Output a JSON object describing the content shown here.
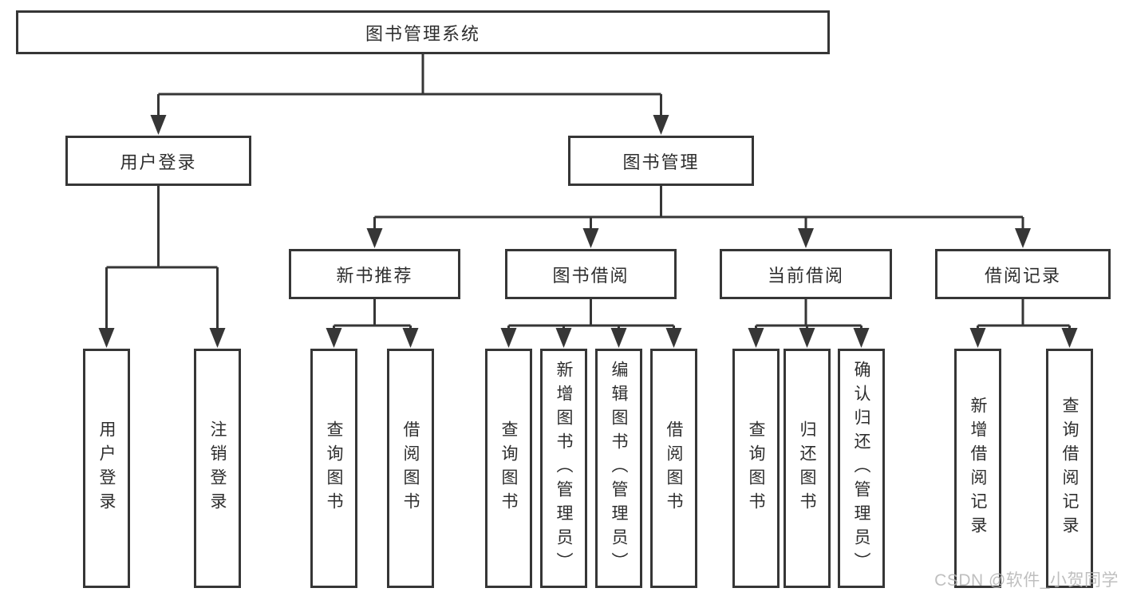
{
  "colors": {
    "line": "#363636",
    "text": "#2e2e2e",
    "box_bg": "#ffffff",
    "watermark": "#b4b4b4",
    "background": "#ffffff"
  },
  "tree": {
    "label": "图书管理系统",
    "children": [
      {
        "label": "用户登录",
        "children": [
          {
            "label": "用户登录"
          },
          {
            "label": "注销登录"
          }
        ]
      },
      {
        "label": "图书管理",
        "children": [
          {
            "label": "新书推荐",
            "children": [
              {
                "label": "查询图书"
              },
              {
                "label": "借阅图书"
              }
            ]
          },
          {
            "label": "图书借阅",
            "children": [
              {
                "label": "查询图书"
              },
              {
                "label": "新增图书（管理员）"
              },
              {
                "label": "编辑图书（管理员）"
              },
              {
                "label": "借阅图书"
              }
            ]
          },
          {
            "label": "当前借阅",
            "children": [
              {
                "label": "查询图书"
              },
              {
                "label": "归还图书"
              },
              {
                "label": "确认归还（管理员）"
              }
            ]
          },
          {
            "label": "借阅记录",
            "children": [
              {
                "label": "新增借阅记录"
              },
              {
                "label": "查询借阅记录"
              }
            ]
          }
        ]
      }
    ]
  },
  "watermark": {
    "text": "CSDN @软件_小贺同学"
  }
}
